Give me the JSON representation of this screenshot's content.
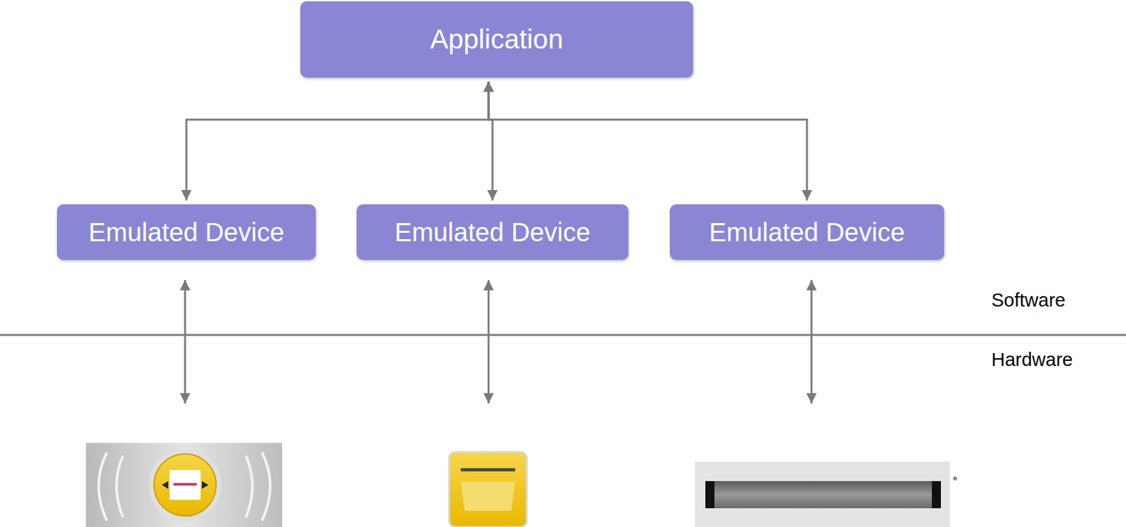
{
  "diagram": {
    "nodes": [
      {
        "text": [
          "Application"
        ]
      },
      {
        "text": [
          "Emulated Device"
        ]
      },
      {
        "text": [
          "Emulated Device"
        ]
      },
      {
        "text": [
          "Emulated Device"
        ]
      }
    ],
    "edges": [
      {
        "from": 0,
        "to": 1,
        "arrow": "both"
      },
      {
        "from": 0,
        "to": 2,
        "arrow": "both"
      },
      {
        "from": 0,
        "to": 3,
        "arrow": "both"
      }
    ],
    "labels": [
      "Software",
      "Hardware"
    ]
  }
}
